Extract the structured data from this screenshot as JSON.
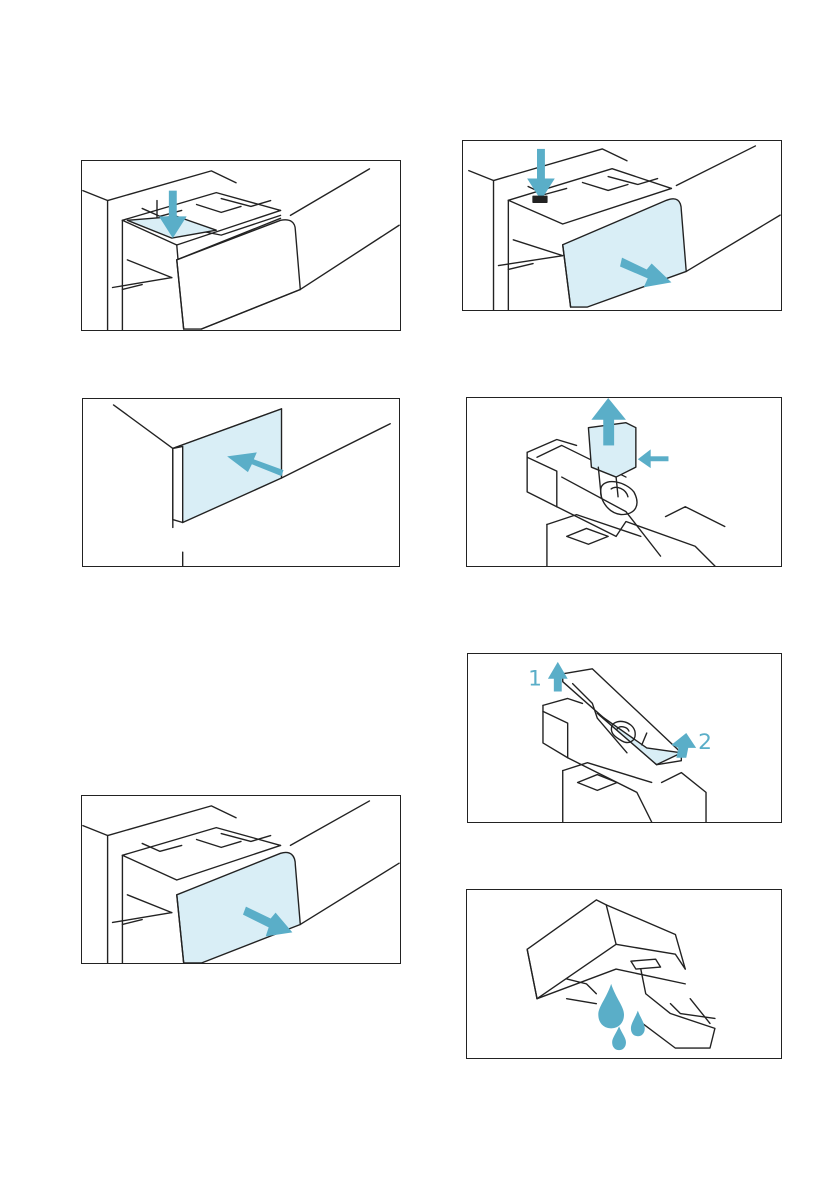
{
  "colors": {
    "accent": "#5aaec8",
    "tint": "#d9eef6",
    "line": "#222222"
  },
  "figures": [
    {
      "id": "press-release-lever",
      "icons": [
        "drawer-icon",
        "arrow-down-icon"
      ]
    },
    {
      "id": "pull-drawer-out",
      "icons": [
        "drawer-icon",
        "arrow-down-icon",
        "arrow-out-icon"
      ]
    },
    {
      "id": "push-drawer-in",
      "icons": [
        "drawer-front-icon",
        "arrow-in-icon"
      ]
    },
    {
      "id": "remove-insert",
      "icons": [
        "insert-icon",
        "arrow-up-icon",
        "arrow-side-icon"
      ]
    },
    {
      "id": "remove-cover",
      "icons": [
        "cover-icon",
        "arrow-up-icon"
      ],
      "labels": [
        "1",
        "2"
      ]
    },
    {
      "id": "drawer-out",
      "icons": [
        "drawer-icon",
        "arrow-out-icon"
      ]
    },
    {
      "id": "drain-drawer",
      "icons": [
        "drawer-icon",
        "water-drop-icon"
      ]
    }
  ]
}
